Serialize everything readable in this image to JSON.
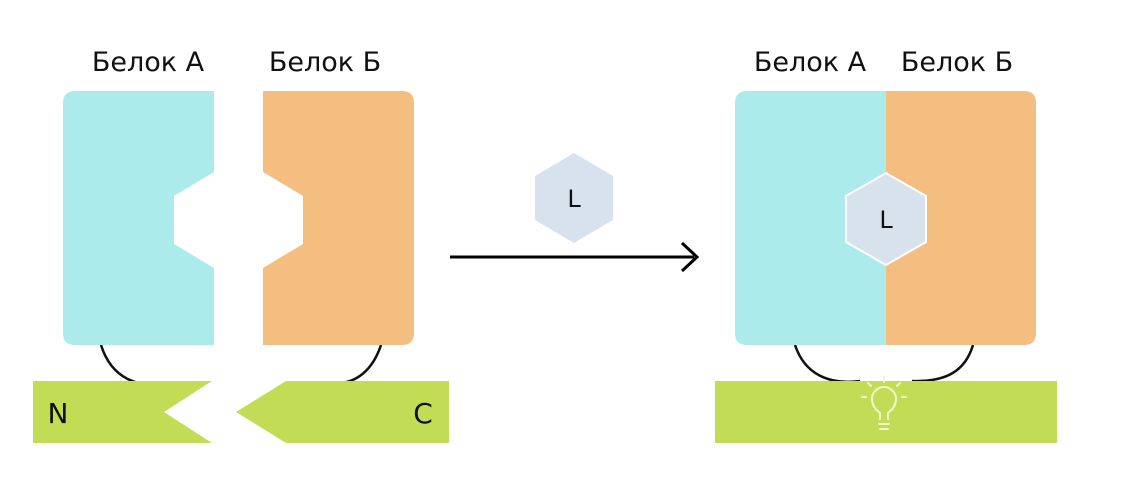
{
  "before": {
    "protein_a_label": "Белок А",
    "protein_b_label": "Белок Б",
    "n_fragment_label": "N",
    "c_fragment_label": "C"
  },
  "ligand": {
    "label": "L"
  },
  "after": {
    "protein_a_label": "Белок А",
    "protein_b_label": "Белок Б",
    "ligand_label": "L",
    "reporter_icon": "lightbulb-icon"
  },
  "colors": {
    "protein_a": "#abebec",
    "protein_b": "#f3be80",
    "reporter": "#c3dc55",
    "ligand": "#d8e2ec",
    "lightbulb": "#f3f7c8",
    "arrow": "#000000"
  }
}
